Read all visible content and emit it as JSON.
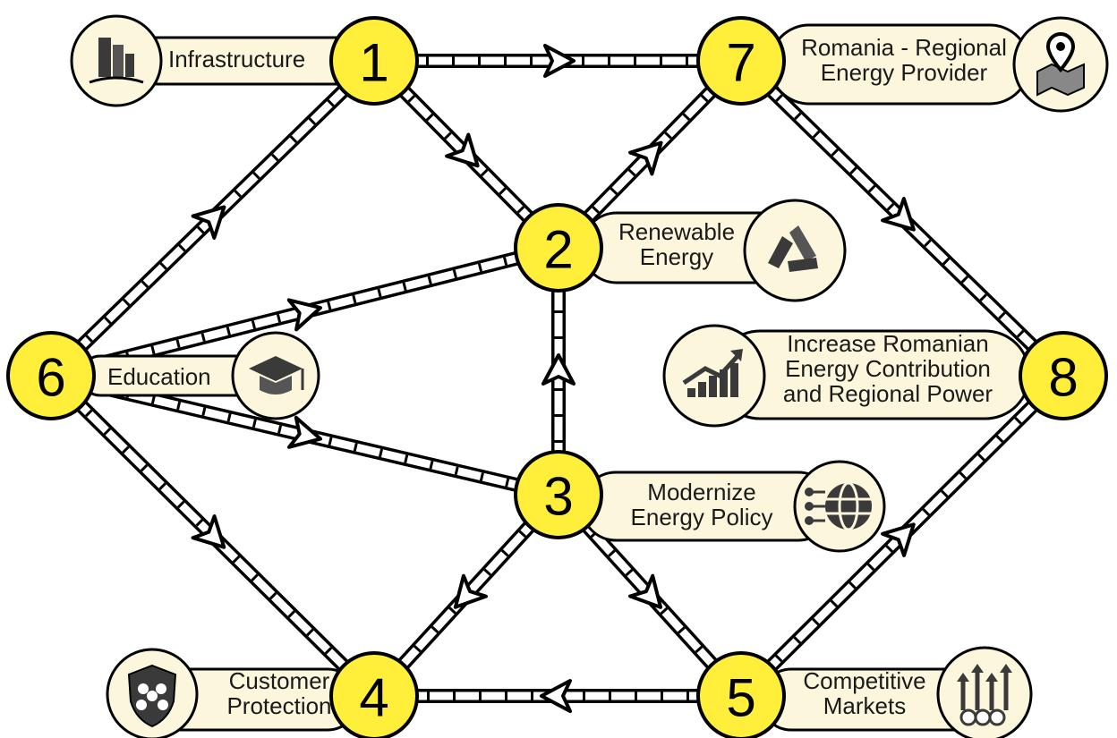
{
  "colors": {
    "node_fill": "#ffef3a",
    "label_fill": "#fbf6dc",
    "icon_fill": "#3a3a3a",
    "outline": "#000000"
  },
  "nodes": [
    {
      "id": "1",
      "number": "1",
      "label_lines": [
        "Infrastructure"
      ],
      "icon": "buildings-icon"
    },
    {
      "id": "2",
      "number": "2",
      "label_lines": [
        "Renewable",
        "Energy"
      ],
      "icon": "recycle-icon"
    },
    {
      "id": "3",
      "number": "3",
      "label_lines": [
        "Modernize",
        "Energy Policy"
      ],
      "icon": "globe-network-icon"
    },
    {
      "id": "4",
      "number": "4",
      "label_lines": [
        "Customer",
        "Protection"
      ],
      "icon": "shield-people-icon"
    },
    {
      "id": "5",
      "number": "5",
      "label_lines": [
        "Competitive",
        "Markets"
      ],
      "icon": "rising-coins-icon"
    },
    {
      "id": "6",
      "number": "6",
      "label_lines": [
        "Education"
      ],
      "icon": "graduation-cap-icon"
    },
    {
      "id": "7",
      "number": "7",
      "label_lines": [
        "Romania - Regional",
        "Energy Provider"
      ],
      "icon": "map-pin-icon"
    },
    {
      "id": "8",
      "number": "8",
      "label_lines": [
        "Increase Romanian",
        "Energy Contribution",
        "and Regional Power"
      ],
      "icon": "growth-chart-icon"
    }
  ],
  "edges": [
    {
      "from": "1",
      "to": "7"
    },
    {
      "from": "1",
      "to": "2"
    },
    {
      "from": "6",
      "to": "1"
    },
    {
      "from": "6",
      "to": "2"
    },
    {
      "from": "6",
      "to": "3"
    },
    {
      "from": "6",
      "to": "4"
    },
    {
      "from": "3",
      "to": "2"
    },
    {
      "from": "2",
      "to": "7"
    },
    {
      "from": "7",
      "to": "8"
    },
    {
      "from": "3",
      "to": "4"
    },
    {
      "from": "3",
      "to": "5"
    },
    {
      "from": "5",
      "to": "4"
    },
    {
      "from": "5",
      "to": "8"
    }
  ]
}
